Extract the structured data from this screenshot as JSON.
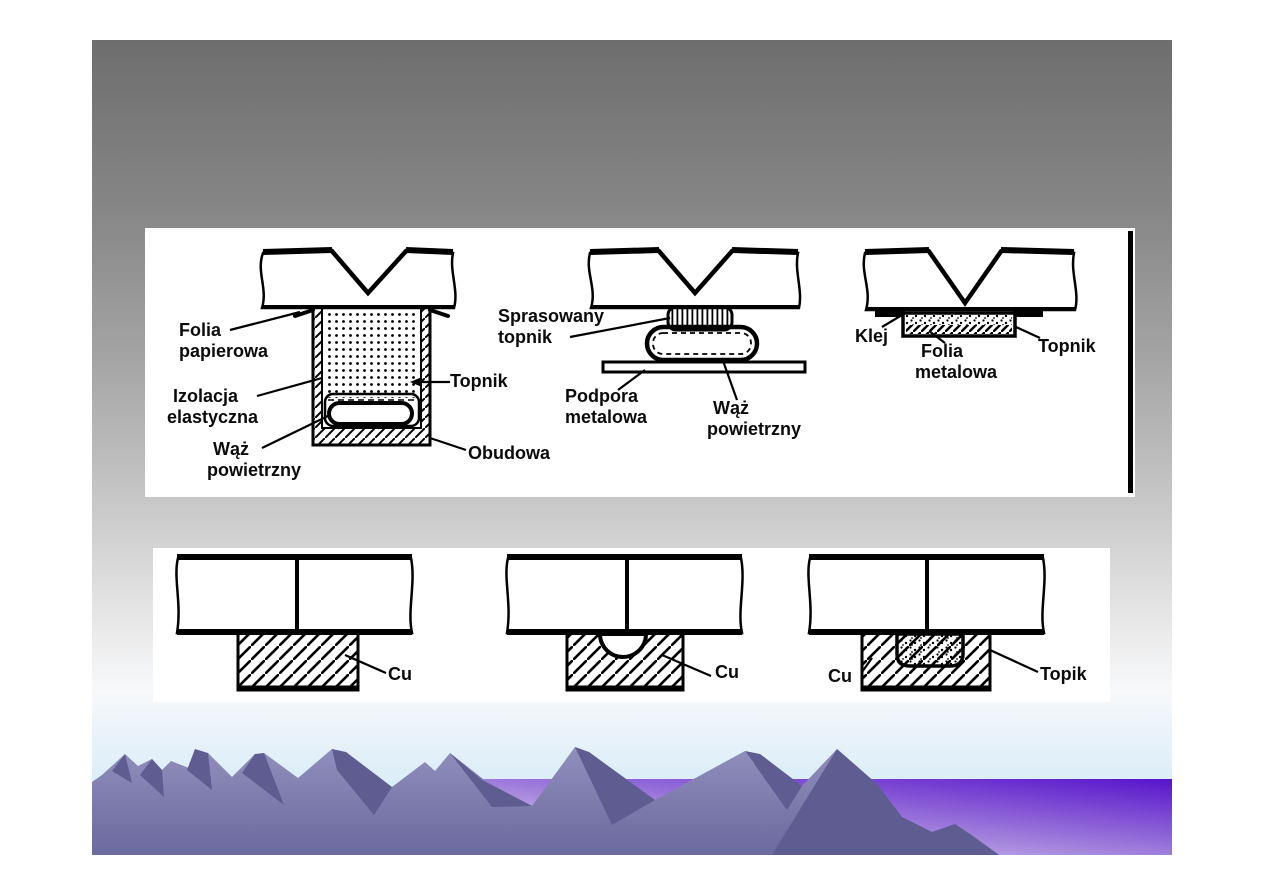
{
  "slide": {
    "colors": {
      "background_top_gray": "#6e6e6e",
      "background_bottom_sky": "#d8ecf8",
      "mountain_light": "#908fbc",
      "mountain_shadow": "#5e5c91",
      "band_purple_deep": "#5713cb",
      "band_purple_light": "#efeafa",
      "panel_background": "#ffffff",
      "line_art": "#000000"
    },
    "top_panel": {
      "labels": {
        "folia_papierowa_1": "Folia",
        "folia_papierowa_2": "papierowa",
        "izolacja_1": "Izolacja",
        "izolacja_2": "elastyczna",
        "waz_left_1": "Wąż",
        "waz_left_2": "powietrzny",
        "topnik_arrow": "Topnik",
        "obudowa": "Obudowa",
        "sprasowany_1": "Sprasowany",
        "sprasowany_2": "topnik",
        "podpora_1": "Podpora",
        "podpora_2": "metalowa",
        "waz_mid_1": "Wąż",
        "waz_mid_2": "powietrzny",
        "klej": "Klej",
        "folia_metalowa_1": "Folia",
        "folia_metalowa_2": "metalowa",
        "topnik_right": "Topnik"
      }
    },
    "bottom_panel": {
      "labels": {
        "cu_left": "Cu",
        "cu_middle": "Cu",
        "cu_right": "Cu",
        "topik": "Topik"
      }
    }
  }
}
